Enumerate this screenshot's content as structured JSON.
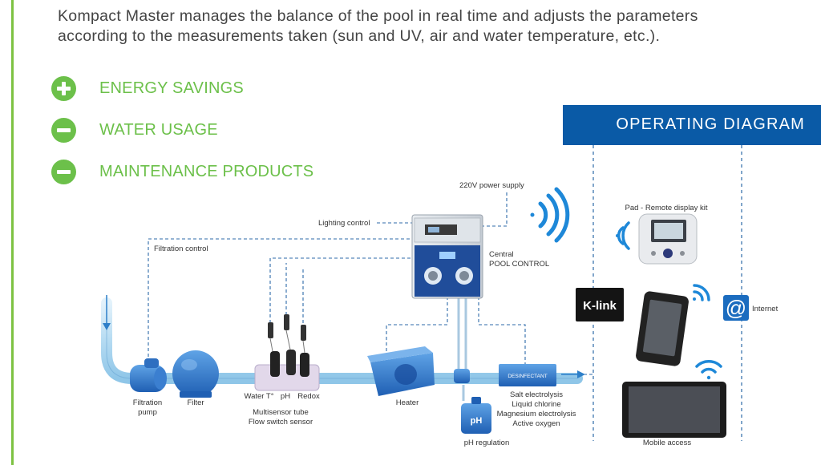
{
  "intro": {
    "line1": "Kompact Master manages the balance of the pool in real time and adjusts the parameters",
    "line2": "according to the measurements taken (sun and UV, air and water temperature, etc.)."
  },
  "features": [
    {
      "icon": "plus-icon",
      "label": "ENERGY SAVINGS"
    },
    {
      "icon": "minus-icon",
      "label": "WATER USAGE"
    },
    {
      "icon": "minus-icon",
      "label": "MAINTENANCE PRODUCTS"
    }
  ],
  "banner": {
    "title": "OPERATING DIAGRAM"
  },
  "diagram": {
    "power": "220V power supply",
    "lighting": "Lighting control",
    "filtration_control": "Filtration control",
    "central_1": "Central",
    "central_2": "POOL CONTROL",
    "filtration_pump_1": "Filtration",
    "filtration_pump_2": "pump",
    "filter": "Filter",
    "water_t": "Water T°",
    "ph": "pH",
    "redox": "Redox",
    "multisensor_1": "Multisensor tube",
    "multisensor_2": "Flow switch sensor",
    "heater": "Heater",
    "disinfectant_tag": "DESINFECTANT",
    "disinfectant_list": [
      "Salt electrolysis",
      "Liquid chlorine",
      "Magnesium electrolysis",
      "Active oxygen"
    ],
    "ph_canister": "pH",
    "ph_regulation": "pH regulation",
    "pad": "Pad - Remote display kit",
    "klink_logo": "K-link",
    "internet": "Internet",
    "mobile": "Mobile access"
  },
  "colors": {
    "accent_green": "#6cc04a",
    "banner_blue": "#0a5aa6",
    "pipe_blue": "#bfe0f5",
    "dash_blue": "#2d6aa8",
    "wifi_blue": "#1e88d8"
  }
}
